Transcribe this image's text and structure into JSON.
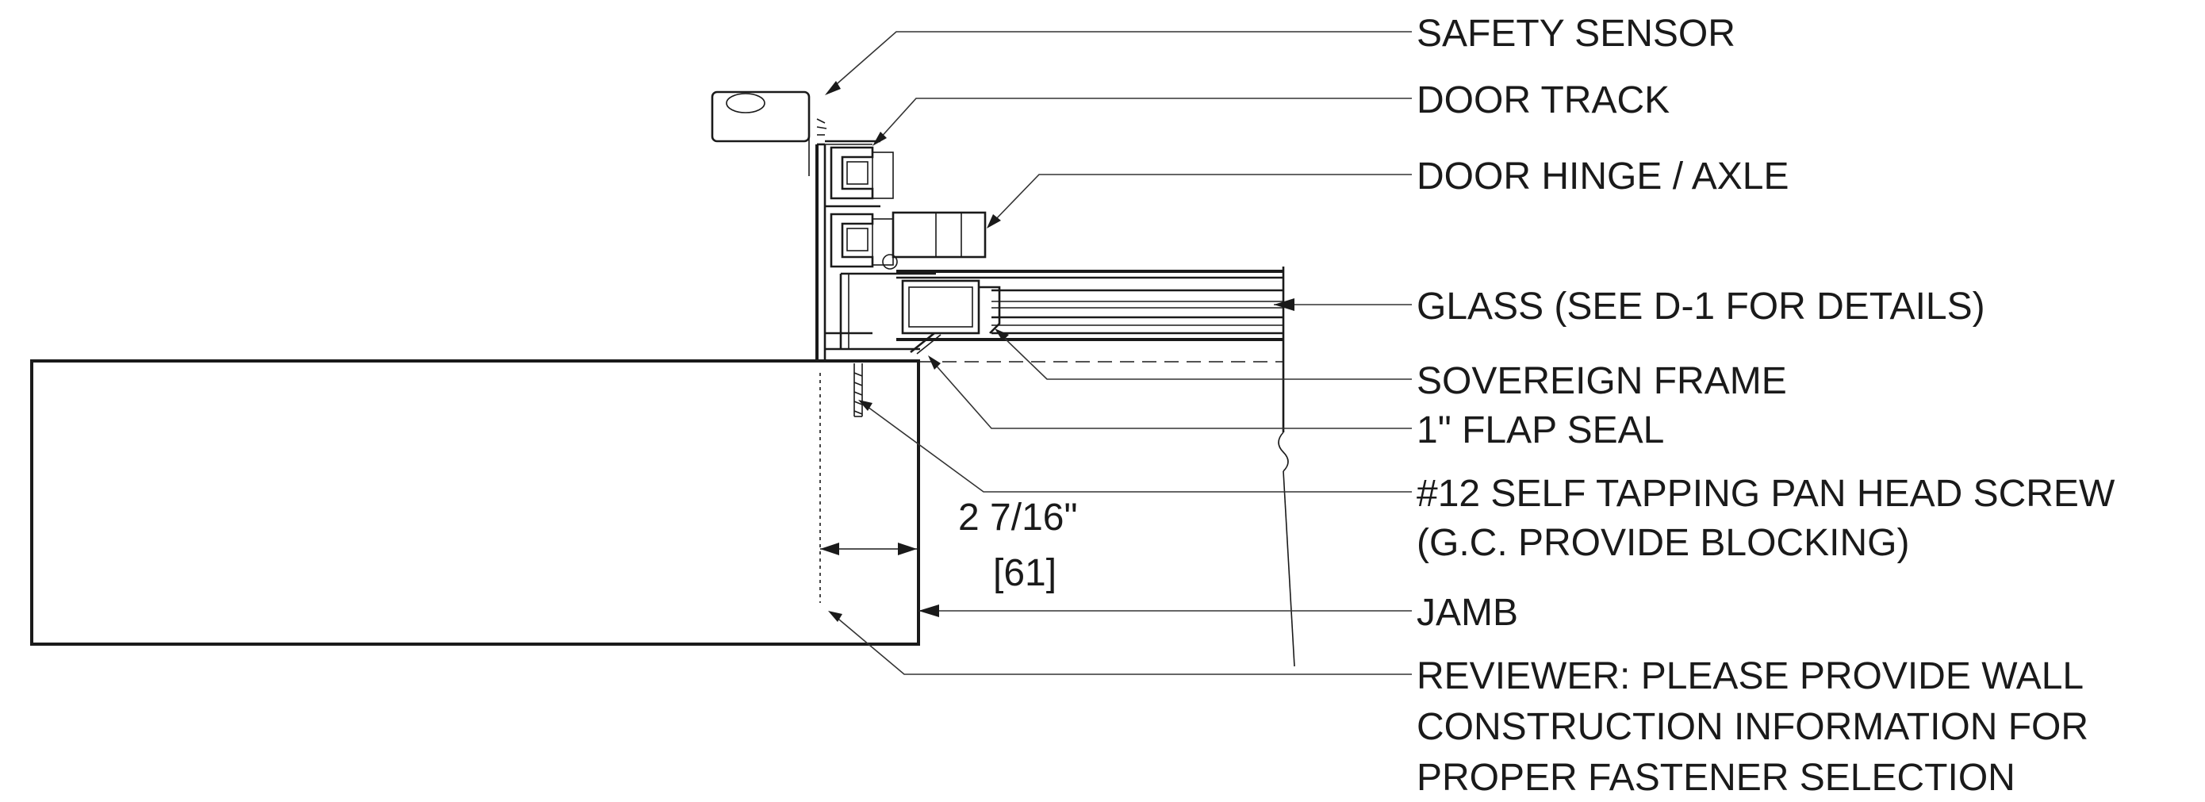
{
  "callouts": [
    {
      "id": "safety_sensor",
      "label": "SAFETY SENSOR"
    },
    {
      "id": "door_track",
      "label": "DOOR TRACK"
    },
    {
      "id": "door_hinge",
      "label": "DOOR HINGE / AXLE"
    },
    {
      "id": "glass",
      "label": "GLASS (SEE D-1 FOR DETAILS)"
    },
    {
      "id": "sovereign_frame",
      "label": "SOVEREIGN FRAME"
    },
    {
      "id": "flap_seal",
      "label": "1\" FLAP SEAL"
    },
    {
      "id": "screw",
      "lines": [
        "#12 SELF TAPPING PAN HEAD SCREW",
        "(G.C. PROVIDE BLOCKING)"
      ]
    },
    {
      "id": "jamb",
      "label": "JAMB"
    },
    {
      "id": "reviewer_note",
      "lines": [
        "REVIEWER: PLEASE PROVIDE WALL",
        "CONSTRUCTION INFORMATION FOR",
        "PROPER FASTENER SELECTION"
      ]
    }
  ],
  "dimension": {
    "imperial": "2 7/16\"",
    "metric": "[61]"
  }
}
